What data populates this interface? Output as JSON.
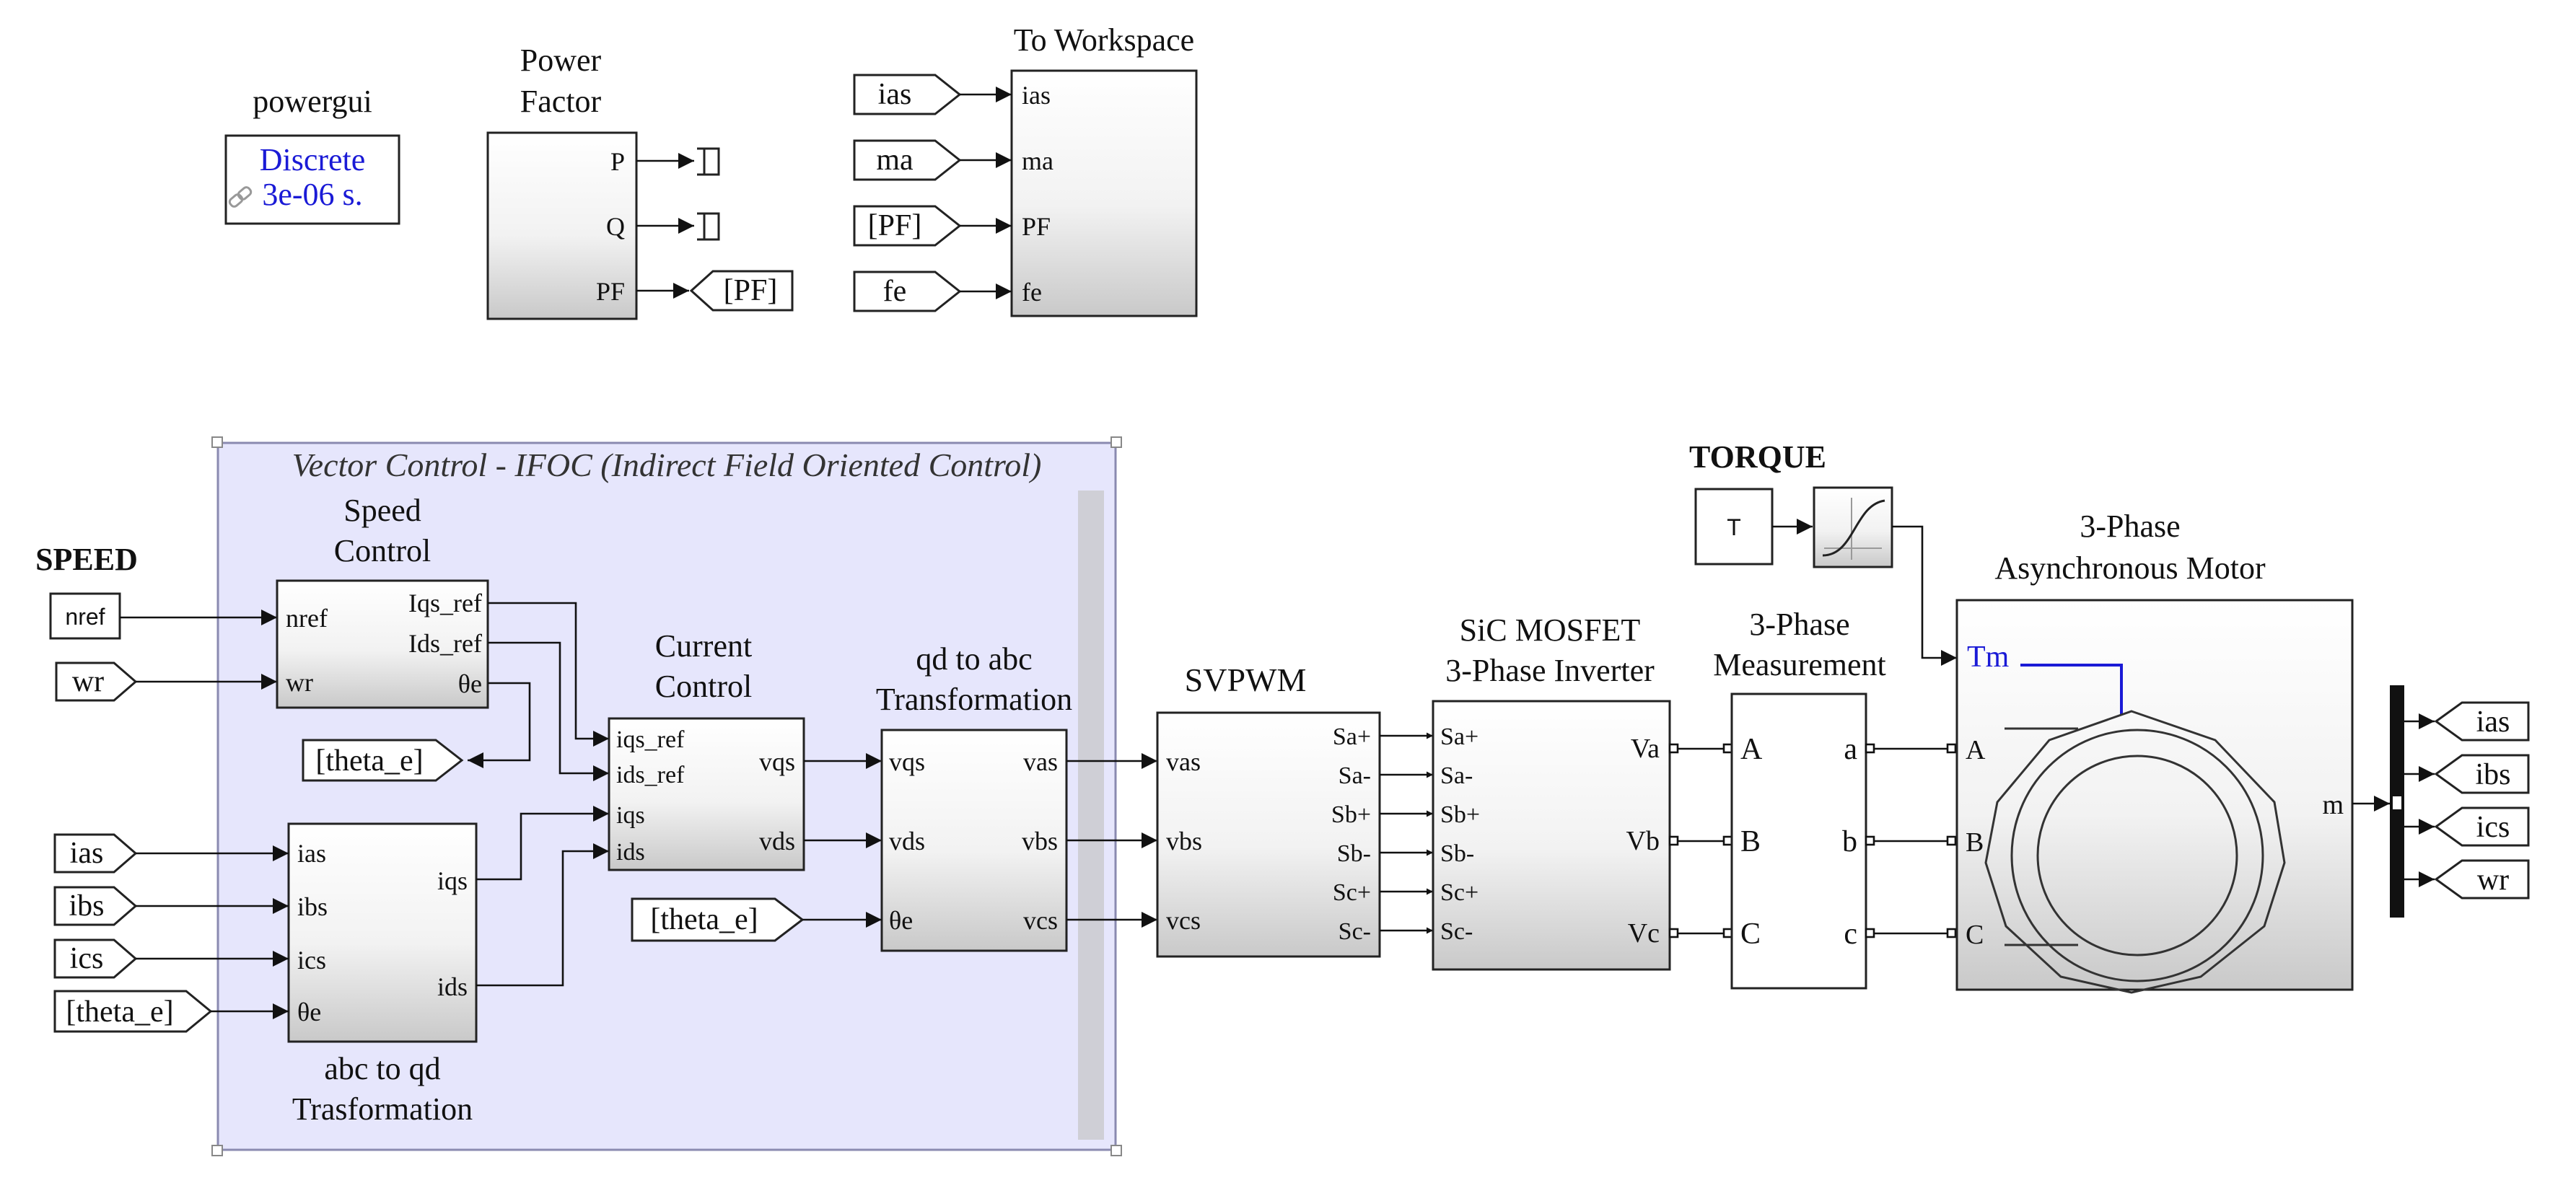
{
  "powergui": {
    "title": "powergui",
    "line1": "Discrete",
    "line2": "3e-06 s."
  },
  "power_factor": {
    "title_line1": "Power",
    "title_line2": "Factor",
    "ports": [
      "P",
      "Q",
      "PF"
    ],
    "goto": "[PF]"
  },
  "to_workspace": {
    "title": "To Workspace",
    "inputs": [
      "ias",
      "ma",
      "[PF]",
      "fe"
    ],
    "ports": [
      "ias",
      "ma",
      "PF",
      "fe"
    ]
  },
  "subsystem": {
    "title": "Vector Control - IFOC (Indirect Field Oriented Control)"
  },
  "speed_label": "SPEED",
  "speed_inputs": {
    "nref": "nref",
    "wr": "wr"
  },
  "speed_control": {
    "title_line1": "Speed",
    "title_line2": "Control",
    "in_ports": [
      "nref",
      "wr"
    ],
    "out_ports": [
      "Iqs_ref",
      "Ids_ref",
      "θe"
    ]
  },
  "theta_goto": "[theta_e]",
  "abc_qd": {
    "caption_line1": "abc to qd",
    "caption_line2": "Trasformation",
    "in_ports": [
      "ias",
      "ibs",
      "ics",
      "θe"
    ],
    "out_ports": [
      "iqs",
      "ids"
    ],
    "inputs": [
      "ias",
      "ibs",
      "ics",
      "[theta_e]"
    ]
  },
  "current_control": {
    "title_line1": "Current",
    "title_line2": "Control",
    "in_ports": [
      "iqs_ref",
      "ids_ref",
      "iqs",
      "ids"
    ],
    "out_ports": [
      "vqs",
      "vds"
    ]
  },
  "qd_abc": {
    "title_line1": "qd to abc",
    "title_line2": "Transformation",
    "in_ports": [
      "vqs",
      "vds",
      "θe"
    ],
    "out_ports": [
      "vas",
      "vbs",
      "vcs"
    ],
    "theta_from": "[theta_e]"
  },
  "svpwm": {
    "title": "SVPWM",
    "in_ports": [
      "vas",
      "vbs",
      "vcs"
    ],
    "out_ports": [
      "Sa+",
      "Sa-",
      "Sb+",
      "Sb-",
      "Sc+",
      "Sc-"
    ]
  },
  "inverter": {
    "title_line1": "SiC MOSFET",
    "title_line2": "3-Phase Inverter",
    "in_ports": [
      "Sa+",
      "Sa-",
      "Sb+",
      "Sb-",
      "Sc+",
      "Sc-"
    ],
    "out_ports": [
      "Va",
      "Vb",
      "Vc"
    ]
  },
  "measurement": {
    "title_line1": "3-Phase",
    "title_line2": "Measurement",
    "in_ports": [
      "A",
      "B",
      "C"
    ],
    "out_ports": [
      "a",
      "b",
      "c"
    ]
  },
  "torque": {
    "label": "TORQUE",
    "const": "T"
  },
  "motor": {
    "title_line1": "3-Phase",
    "title_line2": "Asynchronous Motor",
    "tm": "Tm",
    "ports": [
      "A",
      "B",
      "C"
    ],
    "out": "m",
    "color_tm": "#1a1ad6"
  },
  "outputs": [
    "ias",
    "ibs",
    "ics",
    "wr"
  ],
  "colors": {
    "subsystem_fill": "#e6e6fc",
    "subsystem_border": "#8a8ab0",
    "powergui_text": "#1a1ad6"
  }
}
